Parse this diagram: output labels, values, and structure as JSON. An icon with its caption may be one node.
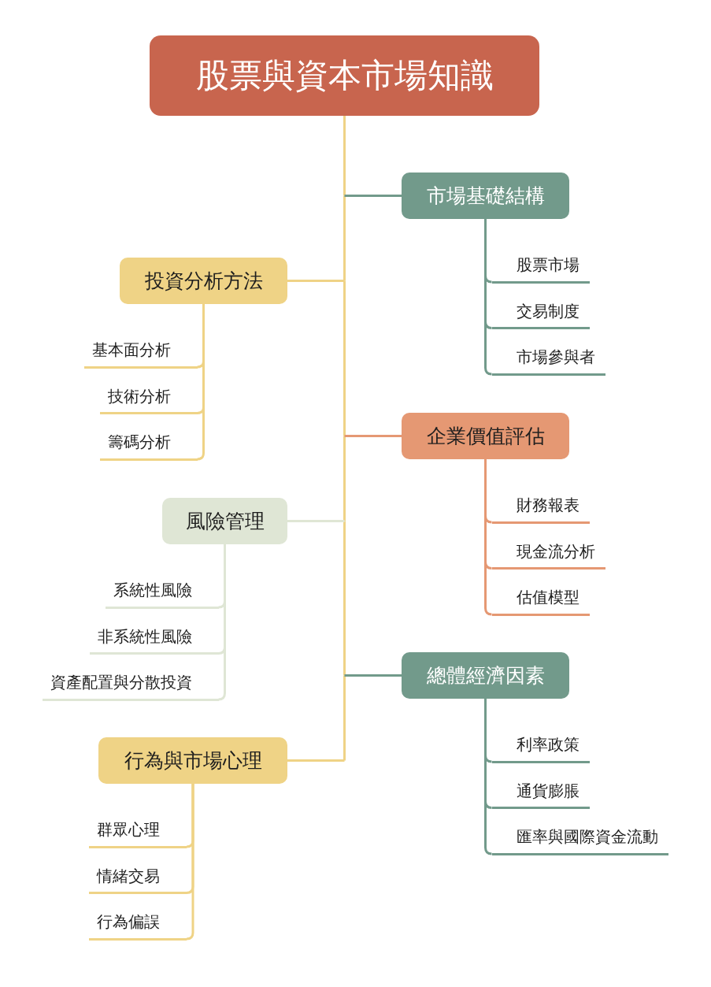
{
  "diagram": {
    "nodes": [
      {
        "text": [
          "股票與資本市場知識"
        ]
      },
      {
        "text": [
          "市場基礎結構"
        ]
      },
      {
        "text": [
          "股票市場"
        ]
      },
      {
        "text": [
          "交易制度"
        ]
      },
      {
        "text": [
          "市場參與者"
        ]
      },
      {
        "text": [
          "投資分析方法"
        ]
      },
      {
        "text": [
          "基本面分析"
        ]
      },
      {
        "text": [
          "技術分析"
        ]
      },
      {
        "text": [
          "籌碼分析"
        ]
      },
      {
        "text": [
          "企業價值評估"
        ]
      },
      {
        "text": [
          "財務報表"
        ]
      },
      {
        "text": [
          "現金流分析"
        ]
      },
      {
        "text": [
          "估值模型"
        ]
      },
      {
        "text": [
          "風險管理"
        ]
      },
      {
        "text": [
          "系統性風險"
        ]
      },
      {
        "text": [
          "非系統性風險"
        ]
      },
      {
        "text": [
          "資產配置與分散投資"
        ]
      },
      {
        "text": [
          "總體經濟因素"
        ]
      },
      {
        "text": [
          "利率政策"
        ]
      },
      {
        "text": [
          "通貨膨脹"
        ]
      },
      {
        "text": [
          "匯率與國際資金流動"
        ]
      },
      {
        "text": [
          "行為與市場心理"
        ]
      },
      {
        "text": [
          "群眾心理"
        ]
      },
      {
        "text": [
          "情緒交易"
        ]
      },
      {
        "text": [
          "行為偏誤"
        ]
      }
    ],
    "edges": [
      {
        "from": 0,
        "to": 1,
        "arrow": "none",
        "color": "#efd386"
      },
      {
        "from": 0,
        "to": 5,
        "arrow": "none",
        "color": "#efd386"
      },
      {
        "from": 0,
        "to": 9,
        "arrow": "none",
        "color": "#efd386"
      },
      {
        "from": 0,
        "to": 13,
        "arrow": "none",
        "color": "#efd386"
      },
      {
        "from": 0,
        "to": 17,
        "arrow": "none",
        "color": "#efd386"
      },
      {
        "from": 0,
        "to": 21,
        "arrow": "none",
        "color": "#efd386"
      },
      {
        "from": 1,
        "to": 2,
        "arrow": "none",
        "color": "#729a8b"
      },
      {
        "from": 1,
        "to": 3,
        "arrow": "none",
        "color": "#729a8b"
      },
      {
        "from": 1,
        "to": 4,
        "arrow": "none",
        "color": "#729a8b"
      },
      {
        "from": 5,
        "to": 6,
        "arrow": "none",
        "color": "#efd386"
      },
      {
        "from": 5,
        "to": 7,
        "arrow": "none",
        "color": "#efd386"
      },
      {
        "from": 5,
        "to": 8,
        "arrow": "none",
        "color": "#efd386"
      },
      {
        "from": 9,
        "to": 10,
        "arrow": "none",
        "color": "#e59873"
      },
      {
        "from": 9,
        "to": 11,
        "arrow": "none",
        "color": "#e59873"
      },
      {
        "from": 9,
        "to": 12,
        "arrow": "none",
        "color": "#e59873"
      },
      {
        "from": 13,
        "to": 14,
        "arrow": "none",
        "color": "#dfe6d5"
      },
      {
        "from": 13,
        "to": 15,
        "arrow": "none",
        "color": "#dfe6d5"
      },
      {
        "from": 13,
        "to": 16,
        "arrow": "none",
        "color": "#dfe6d5"
      },
      {
        "from": 17,
        "to": 18,
        "arrow": "none",
        "color": "#729a8b"
      },
      {
        "from": 17,
        "to": 19,
        "arrow": "none",
        "color": "#729a8b"
      },
      {
        "from": 17,
        "to": 20,
        "arrow": "none",
        "color": "#729a8b"
      },
      {
        "from": 21,
        "to": 22,
        "arrow": "none",
        "color": "#efd386"
      },
      {
        "from": 21,
        "to": 23,
        "arrow": "none",
        "color": "#efd386"
      },
      {
        "from": 21,
        "to": 24,
        "arrow": "none",
        "color": "#efd386"
      }
    ]
  }
}
